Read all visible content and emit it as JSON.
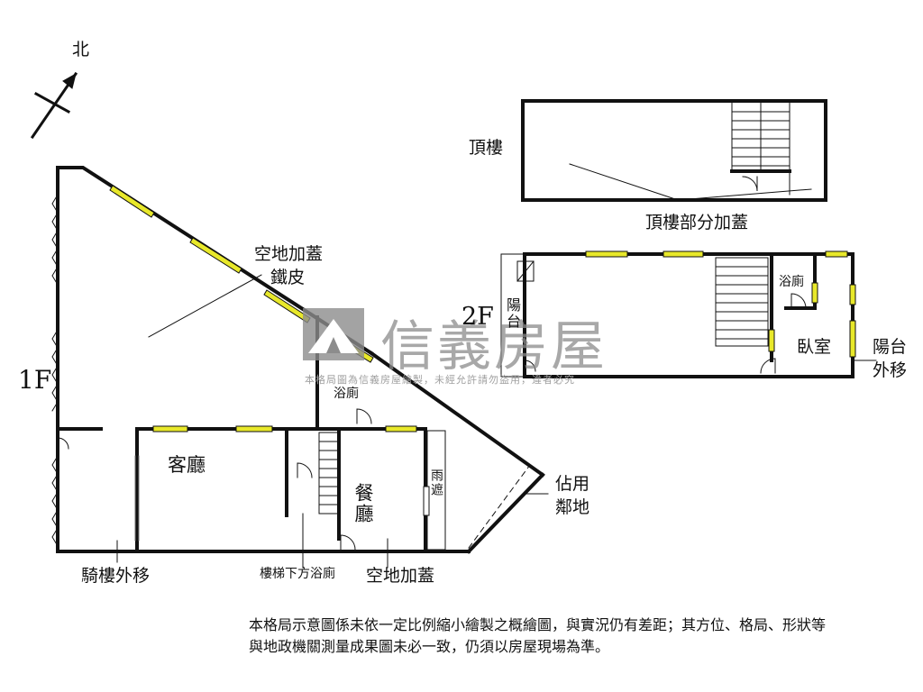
{
  "compass": {
    "north": "北"
  },
  "floors": {
    "first": {
      "name": "1F",
      "rooms": {
        "living_room": "客廳",
        "dining_room": "餐廳",
        "bathroom": "浴廁",
        "rain_shelter": "雨遮"
      },
      "annotations": {
        "vacant_land_addition": "空地加蓋",
        "iron_sheet": "鐵皮",
        "occupied_neighbor_land": "佔用鄰地",
        "arcade_extension": "騎樓外移",
        "bath_under_stairs": "樓梯下方浴廁",
        "vacant_land_addition_2": "空地加蓋"
      }
    },
    "second": {
      "name": "2F",
      "rooms": {
        "balcony": "陽台",
        "bathroom": "浴廁",
        "bedroom": "臥室"
      },
      "annotations": {
        "balcony_moved_out": "陽台外移"
      }
    },
    "roof": {
      "name": "頂樓",
      "annotations": {
        "partial_roof_addition": "頂樓部分加蓋"
      }
    }
  },
  "watermark": {
    "brand": "信義房屋",
    "notice": "本格局圖為信義房屋繪製，未經允許請勿盜用，違者必究"
  },
  "disclaimer": "本格局示意圖係未依一定比例縮小繪製之概繪圖，與實況仍有差距；其方位、格局、形狀等與地政機關測量成果圖未必一致，仍須以房屋現場為準。",
  "colors": {
    "wall": "#111111",
    "window": "#e8e82a",
    "watermark": "#8c8c8c"
  }
}
